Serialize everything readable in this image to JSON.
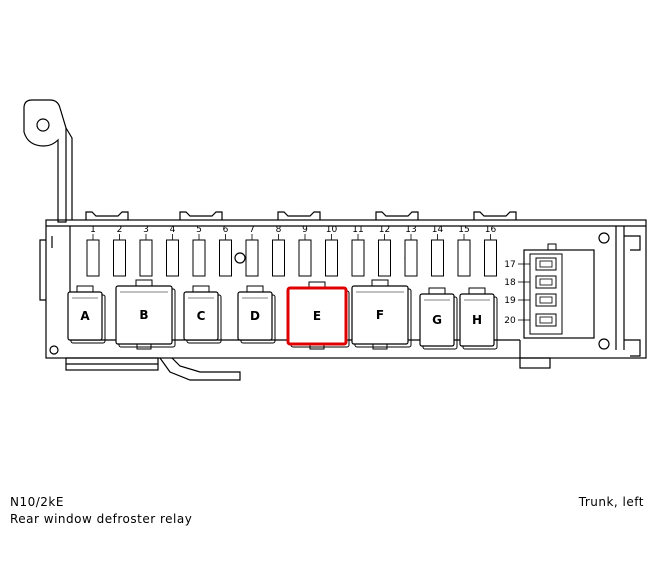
{
  "diagram": {
    "fuse_numbers": [
      "1",
      "2",
      "3",
      "4",
      "5",
      "6",
      "7",
      "8",
      "9",
      "10",
      "11",
      "12",
      "13",
      "14",
      "15",
      "16"
    ],
    "side_fuse_numbers": [
      "17",
      "18",
      "19",
      "20"
    ],
    "relays": [
      {
        "label": "A",
        "highlighted": false
      },
      {
        "label": "B",
        "highlighted": false
      },
      {
        "label": "C",
        "highlighted": false
      },
      {
        "label": "D",
        "highlighted": false
      },
      {
        "label": "E",
        "highlighted": true
      },
      {
        "label": "F",
        "highlighted": false
      },
      {
        "label": "G",
        "highlighted": false
      },
      {
        "label": "H",
        "highlighted": false
      }
    ],
    "highlight_color": "#e00000",
    "line_color": "#000000"
  },
  "caption": {
    "component_code": "N10/2kE",
    "component_name": "Rear window defroster relay",
    "location": "Trunk, left"
  }
}
